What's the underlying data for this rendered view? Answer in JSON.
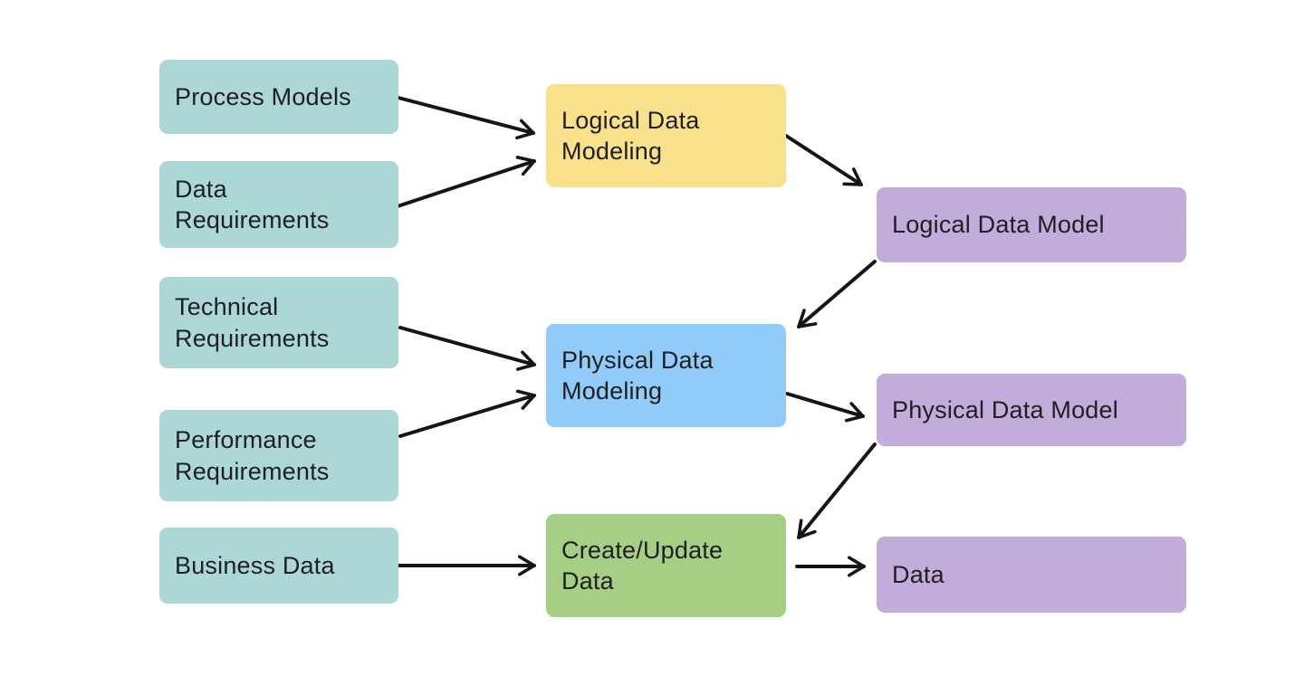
{
  "diagram": {
    "type": "flowchart",
    "background": "#ffffff",
    "arrow_color": "#151515",
    "text_color": "#1f1f1f",
    "palette": {
      "input_teal": "#abd7d6",
      "process_yellow": "#f9e18c",
      "process_blue": "#90cbf9",
      "process_green": "#a6ce84",
      "output_purple": "#c3abdb"
    },
    "nodes": {
      "process_models": {
        "label": "Process Models",
        "color": "#abd7d6",
        "role": "input"
      },
      "data_requirements": {
        "label": "Data Requirements",
        "color": "#abd7d6",
        "role": "input"
      },
      "technical_requirements": {
        "label": "Technical Requirements",
        "color": "#abd7d6",
        "role": "input"
      },
      "performance_requirements": {
        "label": "Performance Requirements",
        "color": "#abd7d6",
        "role": "input"
      },
      "business_data": {
        "label": "Business Data",
        "color": "#abd7d6",
        "role": "input"
      },
      "logical_data_modeling": {
        "label": "Logical Data Modeling",
        "color": "#f9e18c",
        "role": "process"
      },
      "physical_data_modeling": {
        "label": "Physical Data Modeling",
        "color": "#90cbf9",
        "role": "process"
      },
      "create_update_data": {
        "label": "Create/Update Data",
        "color": "#a6ce84",
        "role": "process"
      },
      "logical_data_model": {
        "label": "Logical Data Model",
        "color": "#c3abdb",
        "role": "output"
      },
      "physical_data_model": {
        "label": "Physical Data Model",
        "color": "#c3abdb",
        "role": "output"
      },
      "data": {
        "label": "Data",
        "color": "#c3abdb",
        "role": "output"
      }
    },
    "edges": [
      {
        "from": "process_models",
        "to": "logical_data_modeling"
      },
      {
        "from": "data_requirements",
        "to": "logical_data_modeling"
      },
      {
        "from": "logical_data_modeling",
        "to": "logical_data_model"
      },
      {
        "from": "logical_data_model",
        "to": "physical_data_modeling"
      },
      {
        "from": "technical_requirements",
        "to": "physical_data_modeling"
      },
      {
        "from": "performance_requirements",
        "to": "physical_data_modeling"
      },
      {
        "from": "physical_data_modeling",
        "to": "physical_data_model"
      },
      {
        "from": "physical_data_model",
        "to": "create_update_data"
      },
      {
        "from": "business_data",
        "to": "create_update_data"
      },
      {
        "from": "create_update_data",
        "to": "data"
      }
    ]
  }
}
